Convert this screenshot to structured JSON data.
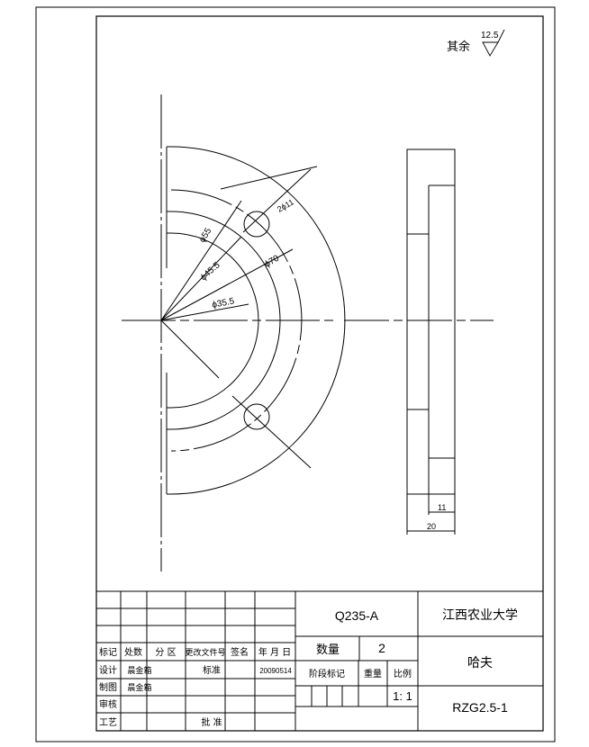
{
  "surface_finish": {
    "label": "其余",
    "value": "12.5"
  },
  "dimensions": {
    "phi55": "ϕ55",
    "phi45_5": "ϕ45.5",
    "phi70": "ϕ70",
    "phi35_5": "ϕ35.5",
    "holes": "2ϕ11",
    "thickness_inner": "11",
    "thickness_total": "20"
  },
  "title_block": {
    "material": "Q235-A",
    "school": "江西农业大学",
    "part_name": "哈夫",
    "drawing_no": "RZG2.5-1",
    "quantity_label": "数量",
    "quantity_value": "2",
    "stage_label": "阶段标记",
    "weight_label": "重量",
    "ratio_label": "比例",
    "ratio_value": "1: 1",
    "revision_headers": [
      "标记",
      "处数",
      "分 区",
      "更改文件号",
      "签名",
      "年 月 日"
    ],
    "design_label": "设计",
    "design_name": "晨金箱",
    "drafting_label": "制图",
    "drafting_name": "晨金箱",
    "standard_label": "标准",
    "date": "20090514",
    "review_label": "审核",
    "process_label": "工艺",
    "approve_label": "批 准"
  }
}
